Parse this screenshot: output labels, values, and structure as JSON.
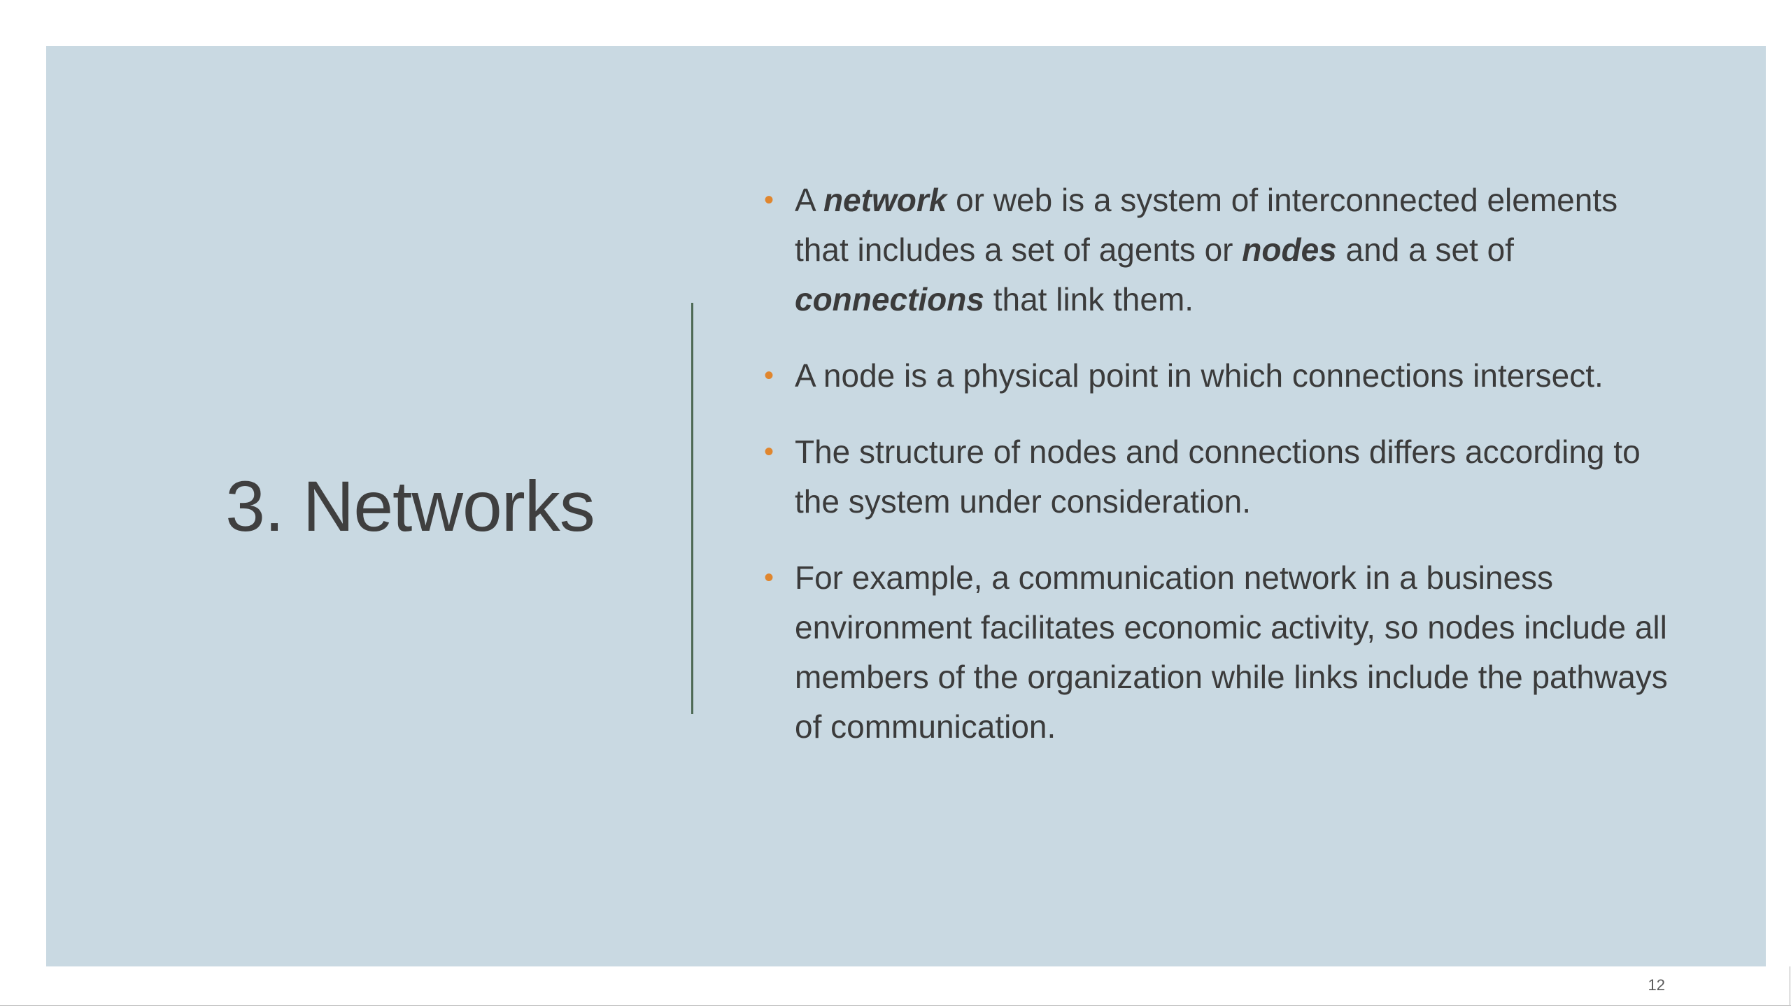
{
  "slide": {
    "title": "3. Networks",
    "page_number": "12",
    "bullets": [
      {
        "marker": "•",
        "segments": [
          {
            "text": "A ",
            "emphasis": false
          },
          {
            "text": "network",
            "emphasis": true
          },
          {
            "text": " or web is a system of interconnected elements that includes a set of agents or ",
            "emphasis": false
          },
          {
            "text": "nodes",
            "emphasis": true
          },
          {
            "text": " and a set of ",
            "emphasis": false
          },
          {
            "text": "connections",
            "emphasis": true
          },
          {
            "text": " that link them.",
            "emphasis": false
          }
        ]
      },
      {
        "marker": "•",
        "segments": [
          {
            "text": "A node is a physical point in which connections intersect.",
            "emphasis": false
          }
        ]
      },
      {
        "marker": "•",
        "segments": [
          {
            "text": "The structure of nodes and connections differs according to the system under consideration.",
            "emphasis": false
          }
        ]
      },
      {
        "marker": "•",
        "segments": [
          {
            "text": "For example, a communication network in a business environment facilitates economic activity, so nodes include all members of the organization while links include the pathways of communication.",
            "emphasis": false
          }
        ]
      }
    ],
    "colors": {
      "canvas_background": "#FFFFFF",
      "slide_background": "#C9D9E2",
      "body_text": "#3B3B3B",
      "title_text": "#3F3F3F",
      "bullet_marker": "#E0862E",
      "divider_line": "#4E6A55",
      "page_number": "#595959"
    }
  }
}
